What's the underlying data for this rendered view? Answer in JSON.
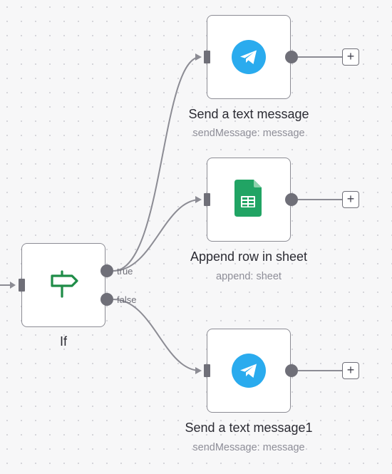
{
  "colors": {
    "telegram": "#2AABEE",
    "sheets": "#21A464",
    "if_icon": "#1E8C47",
    "edge": "#8C8C94",
    "port": "#6F6F78"
  },
  "nodes": {
    "if_node": {
      "title": "If",
      "icon": "signpost-icon",
      "outputs": {
        "true_label": "true",
        "false_label": "false"
      }
    },
    "send_text_message": {
      "title": "Send a text message",
      "subtitle": "sendMessage: message",
      "icon": "telegram-icon"
    },
    "append_row": {
      "title": "Append row in sheet",
      "subtitle": "append: sheet",
      "icon": "google-sheets-icon"
    },
    "send_text_message1": {
      "title": "Send a text message1",
      "subtitle": "sendMessage: message",
      "icon": "telegram-icon"
    }
  },
  "add_buttons": {
    "label": "+"
  },
  "connections": [
    {
      "from": "if_node.true",
      "to": "send_text_message"
    },
    {
      "from": "if_node.true",
      "to": "append_row"
    },
    {
      "from": "if_node.false",
      "to": "send_text_message1"
    }
  ]
}
